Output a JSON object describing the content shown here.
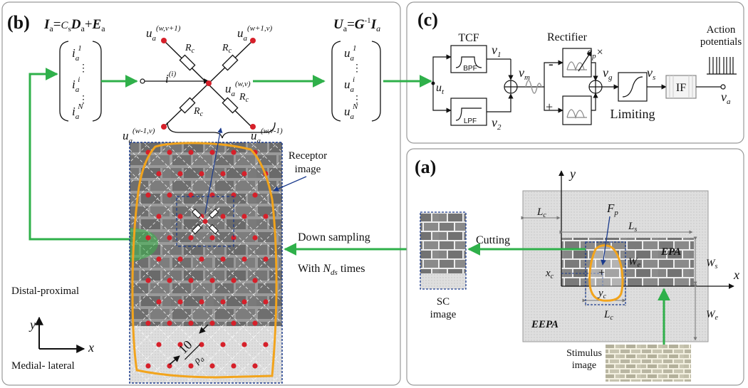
{
  "colors": {
    "arrow_green": "#2fb04a",
    "outline_orange": "#f2a41c",
    "node_red": "#d6202a",
    "frame_blue": "#1a3a8c",
    "panel_border": "#999999",
    "brick_gray": "#8a8a8a"
  },
  "panel_b": {
    "tag": "(b)",
    "eq_left": {
      "I": "I",
      "a": "a",
      "eq": "=",
      "C": "C",
      "s": "s",
      "D": "D",
      "a2": "a",
      "plus": "+",
      "E": "E",
      "a3": "a"
    },
    "vec_i": {
      "top": "i",
      "top_sub": "a",
      "top_sup": "1",
      "mid": "i",
      "mid_sub": "a",
      "mid_sup": "i",
      "bot": "i",
      "bot_sub": "a",
      "bot_sup": "N",
      "dots": "⋮"
    },
    "node_labels": {
      "top_left": {
        "u": "u",
        "sub": "a",
        "sup": "(w,v+1)"
      },
      "top_right": {
        "u": "u",
        "sub": "a",
        "sup": "(w+1,v)"
      },
      "center": {
        "u": "u",
        "sub": "a",
        "sup": "(w,v)"
      },
      "bottom_left": {
        "u": "u",
        "sub": "a",
        "sup": "(w-1,v)"
      },
      "bottom_right": {
        "u": "u",
        "sub": "a",
        "sup": "(w,v-1)"
      },
      "input": {
        "i": "i",
        "sup": "(i)"
      },
      "R": "R",
      "R_sub": "c"
    },
    "eq_right": {
      "U": "U",
      "a": "a",
      "eq": "=",
      "G": "G",
      "inv": "-1",
      "I": "I",
      "a2": "a"
    },
    "vec_u": {
      "top": "u",
      "top_sub": "a",
      "top_sup": "1",
      "mid": "u",
      "mid_sub": "a",
      "mid_sup": "i",
      "bot": "u",
      "bot_sub": "a",
      "bot_sup": "N",
      "dots": "⋮"
    },
    "receptor_label_1": "Receptor",
    "receptor_label_2": "image",
    "down_sampling": "Down sampling",
    "with_prefix": "With ",
    "N": "N",
    "N_sub": "ds",
    "times": " times",
    "distal": "Distal-proximal",
    "medial": "Medial- lateral",
    "axis_y": "y",
    "axis_x": "x",
    "spacing_num": "10",
    "spacing_den": "ρ",
    "spacing_den_sub": "a"
  },
  "panel_c": {
    "tag": "(c)",
    "tcf": "TCF",
    "bpf": "BPF",
    "lpf": "LPF",
    "u": "u",
    "u_sub": "t",
    "v1": "v",
    "v1_sub": "1",
    "v2": "v",
    "v2_sub": "2",
    "vm": "v",
    "vm_sub": "m",
    "rectifier": "Rectifier",
    "cp": "c",
    "cp_sub": "p",
    "cp_times": "×",
    "minus": "-",
    "plus": "+",
    "vg": "v",
    "vg_sub": "g",
    "vs": "v",
    "vs_sub": "s",
    "limiting": "Limiting",
    "if": "IF",
    "va": "v",
    "va_sub": "a",
    "action_1": "Action",
    "action_2": "potentials"
  },
  "panel_a": {
    "tag": "(a)",
    "y": "y",
    "x": "x",
    "Lc": "L",
    "Lc_sub": "c",
    "Ls": "L",
    "Ls_sub": "s",
    "Fp": "F",
    "Fp_sub": "p",
    "EPA": "EPA",
    "EEPA": "EEPA",
    "We": "W",
    "We_sub": "e",
    "Ws": "W",
    "Ws_sub": "s",
    "xc": "x",
    "xc_sub": "c",
    "yc": "y",
    "yc_sub": "c",
    "cutting": "Cutting",
    "sc_1": "SC",
    "sc_2": "image",
    "stim_1": "Stimulus",
    "stim_2": "image"
  }
}
